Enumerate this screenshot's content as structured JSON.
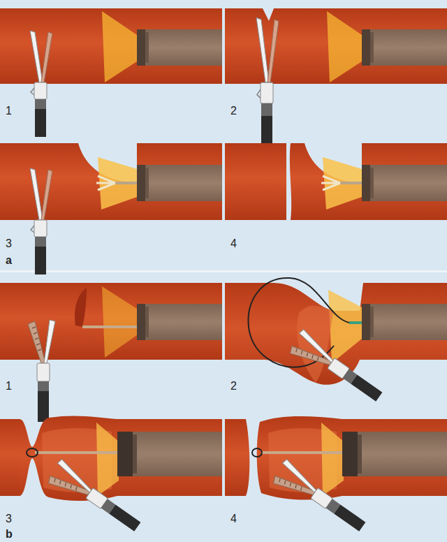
{
  "diagram": {
    "labels": [
      "1",
      "2",
      "3",
      "4",
      "a",
      "1",
      "2",
      "3",
      "4",
      "b"
    ]
  }
}
